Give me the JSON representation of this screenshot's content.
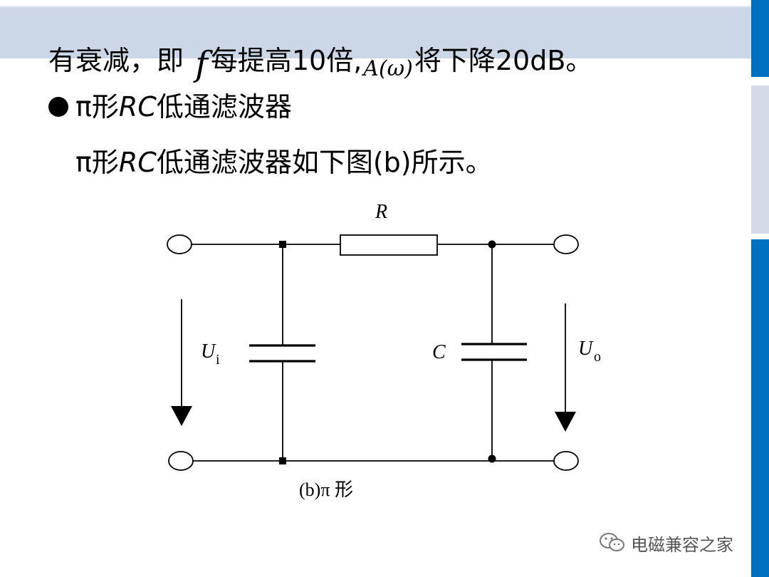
{
  "slide": {
    "line1": {
      "text_a": "有衰减，即 ",
      "f_symbol": "f",
      "text_b": "每提高10倍,",
      "a_omega": "A(ω)",
      "text_c": "将下降20dB。"
    },
    "line2": {
      "prefix": "π形",
      "rc": "RC",
      "suffix": "低通滤波器"
    },
    "line3": {
      "prefix": "π形",
      "rc": "RC",
      "suffix": "低通滤波器如下图(b)所示。"
    },
    "circuit": {
      "label_r": "R",
      "label_c": "C",
      "label_ui_main": "U",
      "label_ui_sub": "i",
      "label_uo_main": "U",
      "label_uo_sub": "o",
      "caption": "(b)π 形"
    },
    "watermark": {
      "icon": "wechat-icon",
      "text": "电磁兼容之家"
    }
  },
  "colors": {
    "top_band": "#cbd6e6",
    "accent_blue": "#0070c0",
    "side_gray": "#d3dbe6"
  }
}
